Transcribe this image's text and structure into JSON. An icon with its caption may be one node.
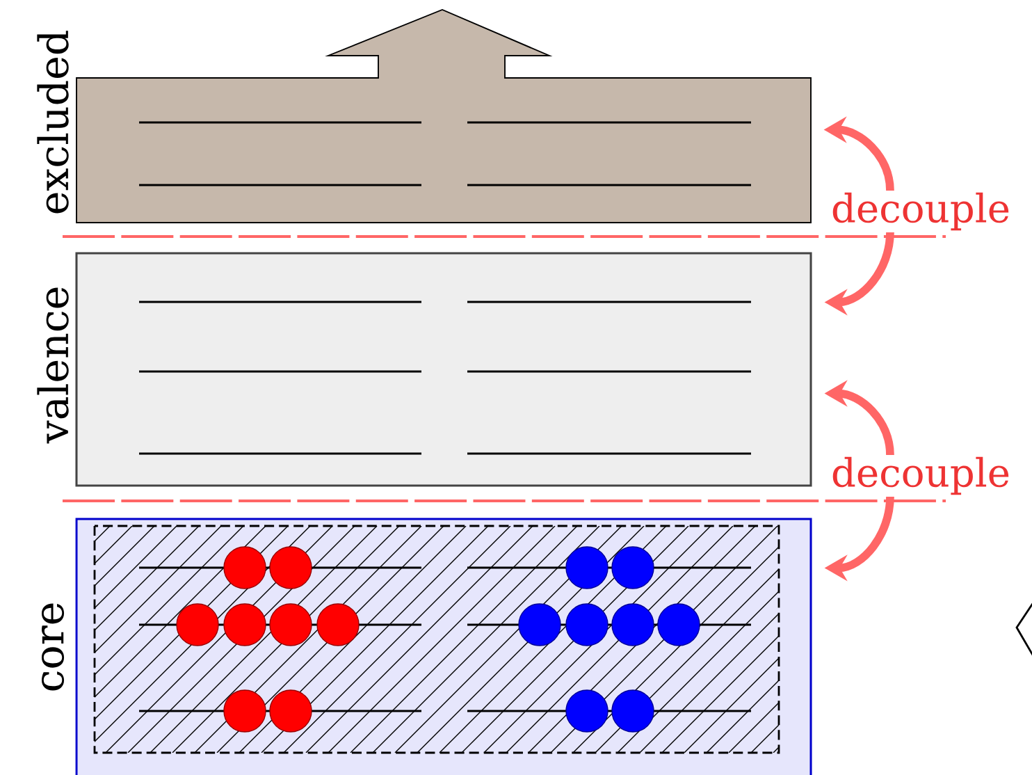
{
  "diagram": {
    "nodes": [
      {
        "text": [
          "excluded"
        ]
      },
      {
        "text": [
          "valence"
        ]
      },
      {
        "text": [
          "core"
        ]
      },
      {
        "text": [
          "decouple"
        ]
      },
      {
        "text": [
          "decouple"
        ]
      }
    ],
    "edges": [
      {
        "from": 3,
        "to": 0,
        "arrow": "to"
      },
      {
        "from": 3,
        "to": 1,
        "arrow": "to"
      },
      {
        "from": 4,
        "to": 1,
        "arrow": "to"
      },
      {
        "from": 4,
        "to": 2,
        "arrow": "to"
      }
    ]
  }
}
